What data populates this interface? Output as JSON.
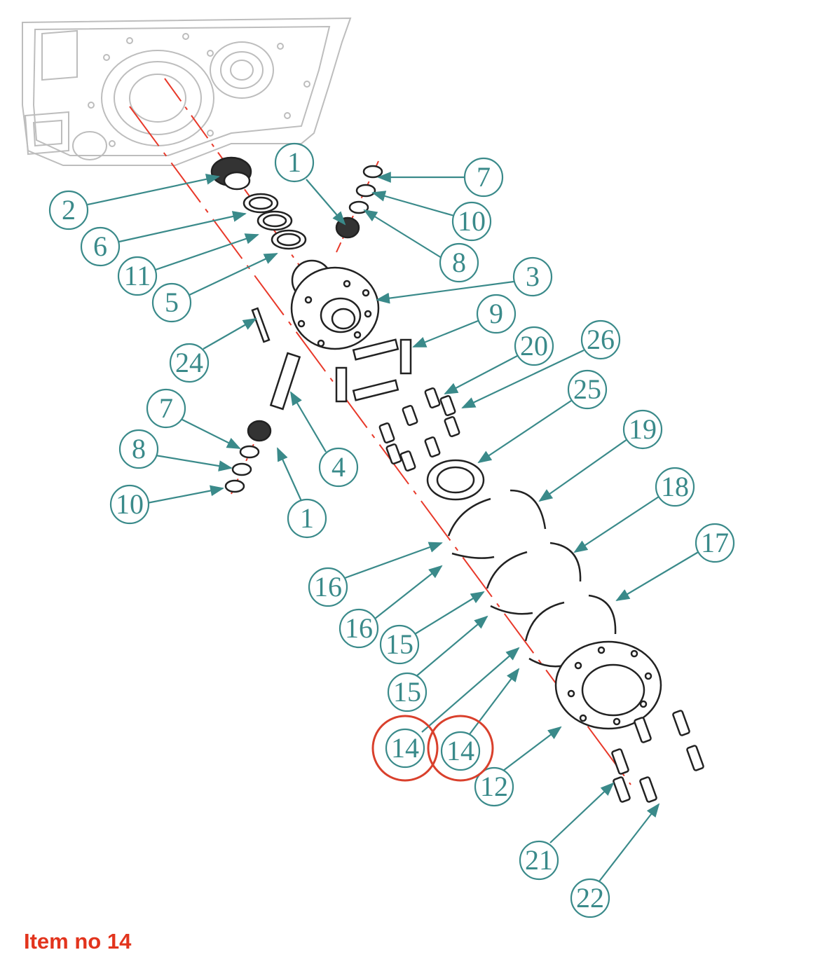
{
  "caption": "Item no 14",
  "colors": {
    "callout": "#3a8a8a",
    "axis": "#e8392a",
    "highlight": "#d9402c",
    "part_line": "#222222",
    "housing_line": "#bdbdbd",
    "caption": "#e2341d"
  },
  "highlighted_item": "14",
  "callouts": [
    {
      "label": "2"
    },
    {
      "label": "6"
    },
    {
      "label": "11"
    },
    {
      "label": "5"
    },
    {
      "label": "1"
    },
    {
      "label": "7"
    },
    {
      "label": "10"
    },
    {
      "label": "8"
    },
    {
      "label": "3"
    },
    {
      "label": "9"
    },
    {
      "label": "20"
    },
    {
      "label": "26"
    },
    {
      "label": "24"
    },
    {
      "label": "25"
    },
    {
      "label": "4"
    },
    {
      "label": "19"
    },
    {
      "label": "7"
    },
    {
      "label": "8"
    },
    {
      "label": "1"
    },
    {
      "label": "10"
    },
    {
      "label": "18"
    },
    {
      "label": "17"
    },
    {
      "label": "16"
    },
    {
      "label": "16"
    },
    {
      "label": "15"
    },
    {
      "label": "15"
    },
    {
      "label": "14"
    },
    {
      "label": "14"
    },
    {
      "label": "12"
    },
    {
      "label": "21"
    },
    {
      "label": "22"
    }
  ]
}
